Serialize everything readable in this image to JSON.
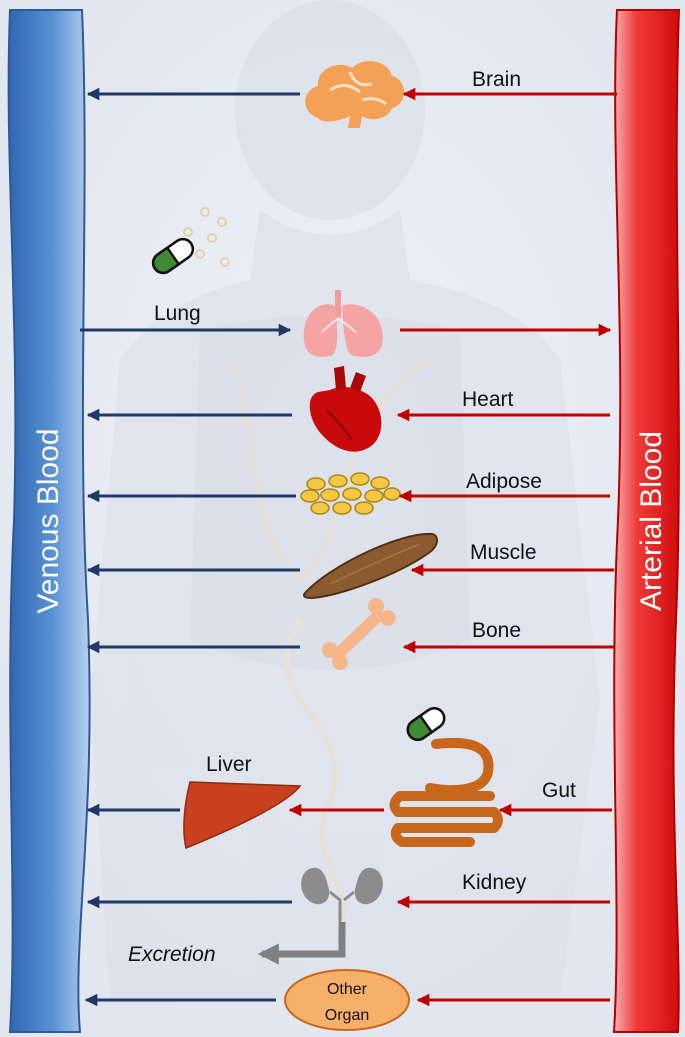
{
  "columns": {
    "venous": "Venous Blood",
    "arterial": "Arterial Blood"
  },
  "organs": {
    "brain": "Brain",
    "lung": "Lung",
    "heart": "Heart",
    "adipose": "Adipose",
    "muscle": "Muscle",
    "bone": "Bone",
    "liver": "Liver",
    "gut": "Gut",
    "kidney": "Kidney",
    "other_line1": "Other",
    "other_line2": "Organ"
  },
  "excretion": "Excretion",
  "colors": {
    "venous_fill": "#4a86c8",
    "arterial_fill": "#e01818",
    "venous_arrow": "#1f3868",
    "arterial_arrow": "#c00000",
    "excretion_arrow": "#808080"
  }
}
